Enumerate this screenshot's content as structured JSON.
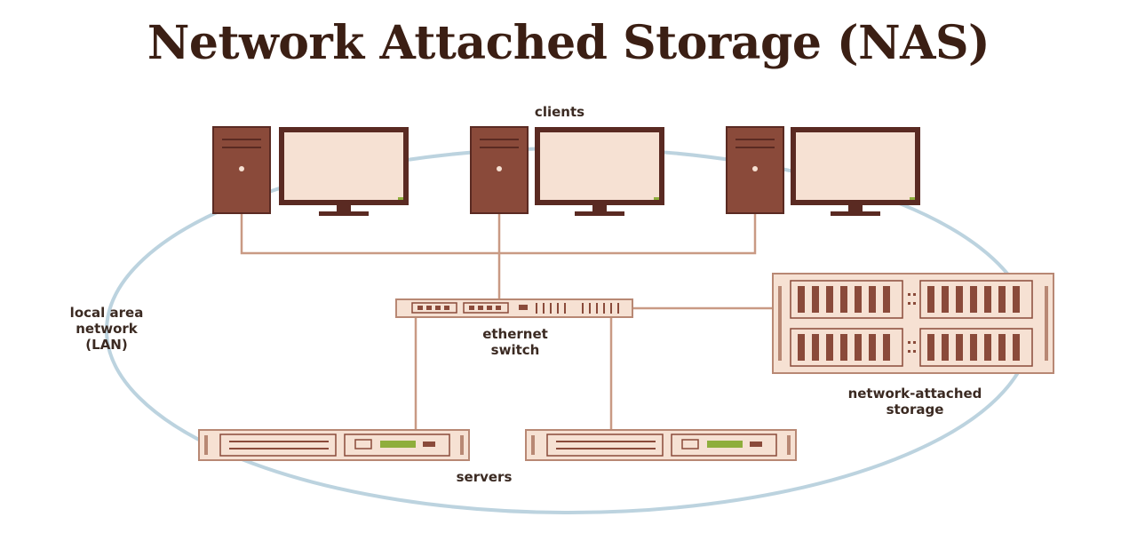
{
  "title": "Network Attached Storage (NAS)",
  "labels": {
    "clients": "clients",
    "lan_line1": "local area",
    "lan_line2": "network",
    "lan_line3": "(LAN)",
    "switch_line1": "ethernet",
    "switch_line2": "switch",
    "nas_line1": "network-attached",
    "nas_line2": "storage",
    "servers": "servers"
  },
  "colors": {
    "title": "#3b1f14",
    "tower": "#8a4a3a",
    "tower_dark": "#5a2a22",
    "monitor_frame": "#5a2a22",
    "monitor_screen": "#f6e1d3",
    "cable": "#c99a84",
    "lan_ring": "#bcd3df",
    "device_fill": "#f6e1d3",
    "device_stroke": "#b88874",
    "accent": "#8fae3c"
  }
}
